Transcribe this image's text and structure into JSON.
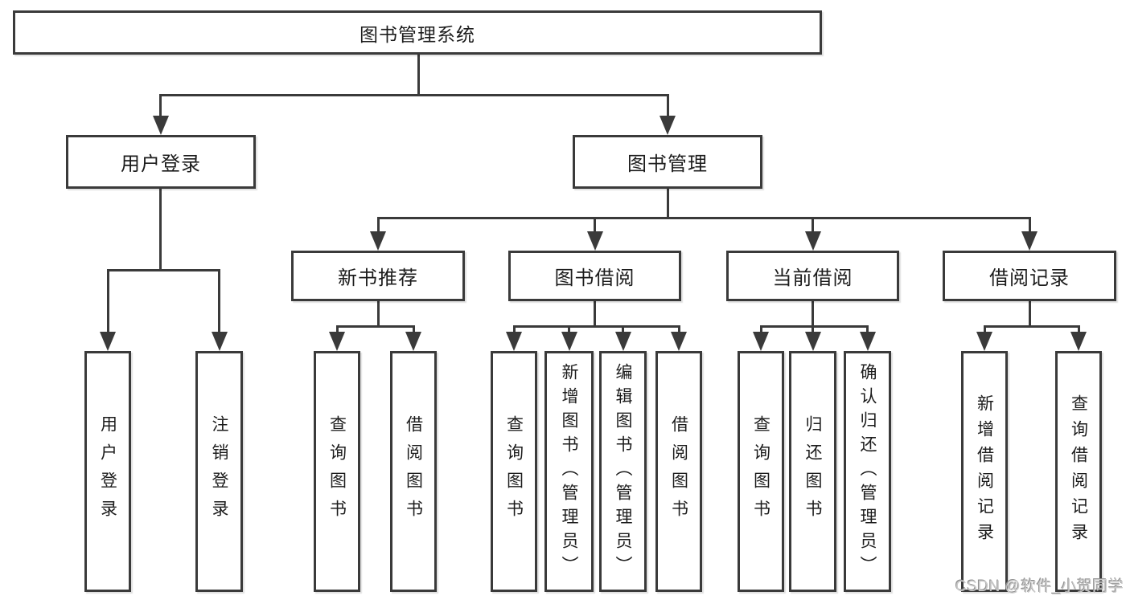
{
  "diagram": {
    "title": "图书管理系统",
    "type": "feature-tree",
    "colors": {
      "background": "#ffffff",
      "line": "#3a3a3a",
      "box_border": "#3a3a3a",
      "text": "#1c1c1c",
      "watermark": "#bdbdbd"
    }
  },
  "nodes": {
    "root": {
      "label": "图书管理系统"
    },
    "user_login": {
      "label": "用户登录"
    },
    "book_management": {
      "label": "图书管理"
    },
    "new_book_recommend": {
      "label": "新书推荐"
    },
    "book_borrow": {
      "label": "图书借阅"
    },
    "current_borrow": {
      "label": "当前借阅"
    },
    "borrow_records": {
      "label": "借阅记录"
    },
    "leaf_user_login": {
      "label": "用户登录"
    },
    "leaf_logout": {
      "label": "注销登录"
    },
    "leaf_query_book_1": {
      "label": "查询图书"
    },
    "leaf_borrow_book_1": {
      "label": "借阅图书"
    },
    "leaf_query_book_2": {
      "label": "查询图书"
    },
    "leaf_add_book_admin": {
      "label": "新增图书（管理员）"
    },
    "leaf_edit_book_admin": {
      "label": "编辑图书（管理员）"
    },
    "leaf_borrow_book_2": {
      "label": "借阅图书"
    },
    "leaf_query_book_3": {
      "label": "查询图书"
    },
    "leaf_return_book": {
      "label": "归还图书"
    },
    "leaf_confirm_return_admin": {
      "label": "确认归还（管理员）"
    },
    "leaf_add_borrow_record": {
      "label": "新增借阅记录"
    },
    "leaf_query_borrow_record": {
      "label": "查询借阅记录"
    }
  },
  "hierarchy": {
    "图书管理系统": [
      "用户登录",
      "图书管理"
    ],
    "用户登录": [
      "用户登录",
      "注销登录"
    ],
    "图书管理": [
      "新书推荐",
      "图书借阅",
      "当前借阅",
      "借阅记录"
    ],
    "新书推荐": [
      "查询图书",
      "借阅图书"
    ],
    "图书借阅": [
      "查询图书",
      "新增图书（管理员）",
      "编辑图书（管理员）",
      "借阅图书"
    ],
    "当前借阅": [
      "查询图书",
      "归还图书",
      "确认归还（管理员）"
    ],
    "借阅记录": [
      "新增借阅记录",
      "查询借阅记录"
    ]
  },
  "watermark": {
    "text": "CSDN @软件_小贺同学"
  }
}
